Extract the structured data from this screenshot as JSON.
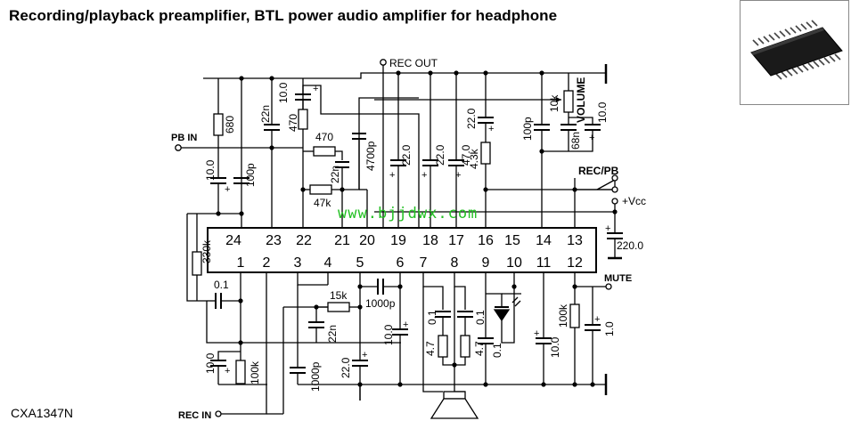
{
  "title": "Recording/playback preamplifier, BTL power audio amplifier for headphone",
  "part_number": "CXA1347N",
  "watermark": "www.bjjdwx.com",
  "ic": {
    "top_pins": [
      "24",
      "23",
      "22",
      "21",
      "20",
      "19",
      "18",
      "17",
      "16",
      "15",
      "14",
      "13"
    ],
    "bottom_pins": [
      "1",
      "2",
      "3",
      "4",
      "5",
      "6",
      "7",
      "8",
      "9",
      "10",
      "11",
      "12"
    ]
  },
  "terminals": {
    "pb_in": "PB IN",
    "rec_out": "REC OUT",
    "rec_in": "REC IN",
    "mute": "MUTE",
    "rec_pb": "REC/PB",
    "vcc": "+Vcc",
    "volume": "VOLUME"
  },
  "components": {
    "r680": "680",
    "c22n_top": "22n",
    "r470_v": "470",
    "c10_0_top": "10.0",
    "r470_h": "470",
    "c22n_mid": "22n",
    "r47k": "47k",
    "c4700p": "4700p",
    "c22_0_a": "22.0",
    "c22_0_b": "22.0",
    "c47_0": "47.0",
    "c22_0_c": "22.0",
    "r4_3k": "4.3k",
    "c100p_right": "100p",
    "r10k": "10k",
    "c10_0_vol": "10.0",
    "c68n": "68n",
    "c220": "220.0",
    "c10_0_left": "10.0",
    "c100p_left": "100p",
    "r330k": "330k",
    "c0_1_left": "0.1",
    "r15k": "15k",
    "c1000p_h": "1000p",
    "c22n_low": "22n",
    "c1000p_v": "1000p",
    "c22_0_low": "22.0",
    "c10_0_pin6": "10.0",
    "c0_1_a": "0.1",
    "c0_1_b": "0.1",
    "r4_7_a": "4.7",
    "r4_7_b": "4.7",
    "c0_1_led": "0.1",
    "c10_0_pin11": "10.0",
    "r100k_right": "100k",
    "c1_0": "1.0",
    "c10_0_bl": "10.0",
    "r100k_bl": "100k"
  },
  "icons": {
    "chip": "soic-package-icon",
    "speaker": "speaker-icon",
    "led": "led-icon",
    "switch": "switch-icon"
  }
}
